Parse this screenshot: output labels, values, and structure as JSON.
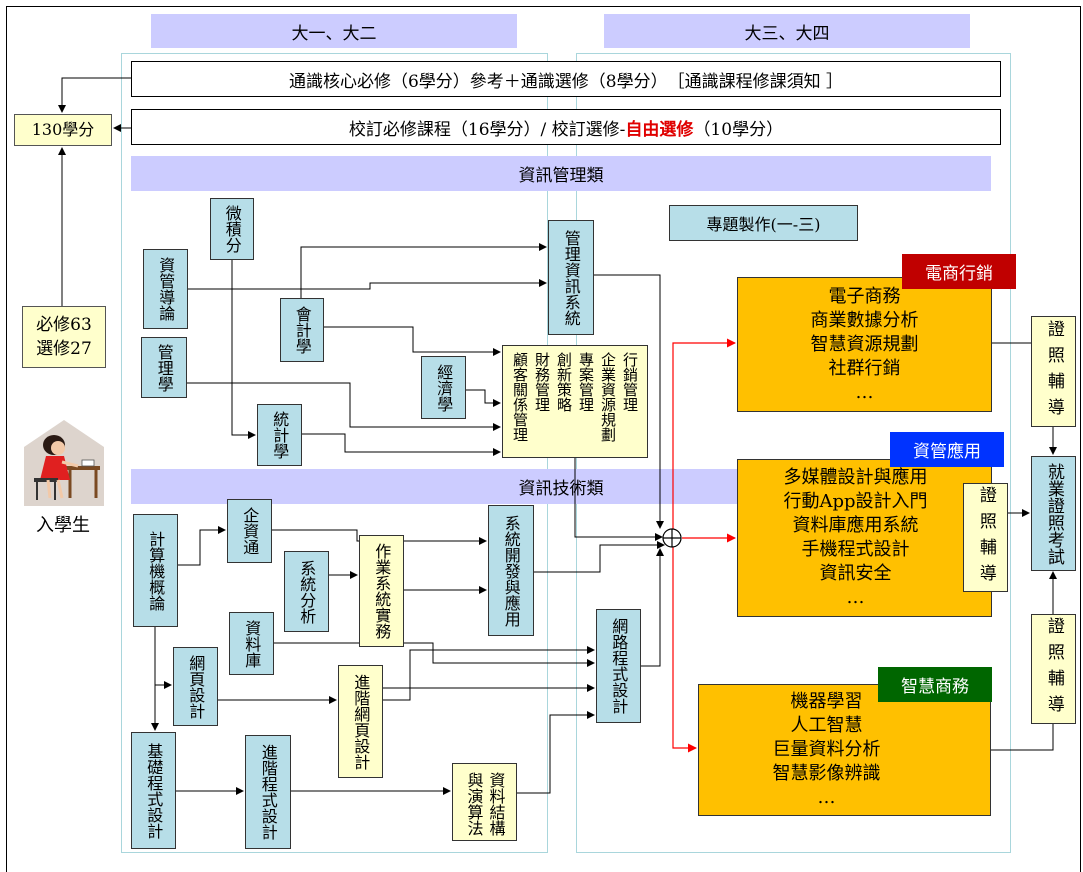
{
  "headers": {
    "year_1_2": "大一、大二",
    "year_3_4": "大三、大四"
  },
  "general_education": {
    "text": "通識核心必修（6學分）參考＋通識選修（8學分）",
    "link": "［通識課程修課須知 ］"
  },
  "school_courses": {
    "text": "校訂必修課程（16學分）/ 校訂選修-",
    "highlight": "自由選修",
    "suffix": "（10學分）"
  },
  "credits": {
    "total": "130學分",
    "required": "必修63",
    "elective": "選修27"
  },
  "student_label": "入學生",
  "categories": {
    "management": "資訊管理類",
    "technology": "資訊技術類"
  },
  "project": "專題製作(一-三)",
  "management_courses": {
    "calculus": "微積分",
    "intro_im": "資管導論",
    "management": "管理學",
    "accounting": "會計學",
    "mis": "管理資訊系統",
    "economics": "經濟學",
    "statistics": "統計學",
    "electives": [
      "行銷管理",
      "企業資源規劃",
      "專案管理",
      "創新策略",
      "財務管理",
      "顧客關係管理"
    ]
  },
  "technology_courses": {
    "intro_cs": "計算機概論",
    "enterprise_comm": "企資通",
    "system_analysis": "系統分析",
    "os_practice": "作業系統實務",
    "system_dev": "系統開發與應用",
    "database": "資料庫",
    "web_design": "網頁設計",
    "adv_web_design": "進階網頁設計",
    "network_programming": "網路程式設計",
    "basic_programming": "基礎程式設計",
    "adv_programming": "進階程式設計",
    "data_structures": [
      "資料結構",
      "與演算法"
    ]
  },
  "tracks": {
    "ecommerce": {
      "label": "電商行銷",
      "courses": [
        "電子商務",
        "商業數據分析",
        "智慧資源規劃",
        "社群行銷",
        "…"
      ]
    },
    "mis_applications": {
      "label": "資管應用",
      "courses": [
        "多媒體設計與應用",
        "行動App設計入門",
        "資料庫應用系統",
        "手機程式設計",
        "資訊安全",
        "…"
      ]
    },
    "smart_business": {
      "label": "智慧商務",
      "courses": [
        "機器學習",
        "人工智慧",
        "巨量資料分析",
        "智慧影像辨識",
        "…"
      ]
    }
  },
  "certification": {
    "coaching": "證照輔導",
    "exam": "就業證照考試"
  },
  "icons": {
    "student": "student-studying-icon",
    "merge": "circle-plus-icon"
  },
  "colors": {
    "header_fill": "#ccccff",
    "course_fill": "#b7dee8",
    "elective_fill": "#ffffcc",
    "track_fill": "#ffc000",
    "ecommerce_tab": "#c00000",
    "mis_tab": "#0033ff",
    "smart_tab": "#006600",
    "highlight_text": "#e00000",
    "flow_red": "#ff0000"
  }
}
